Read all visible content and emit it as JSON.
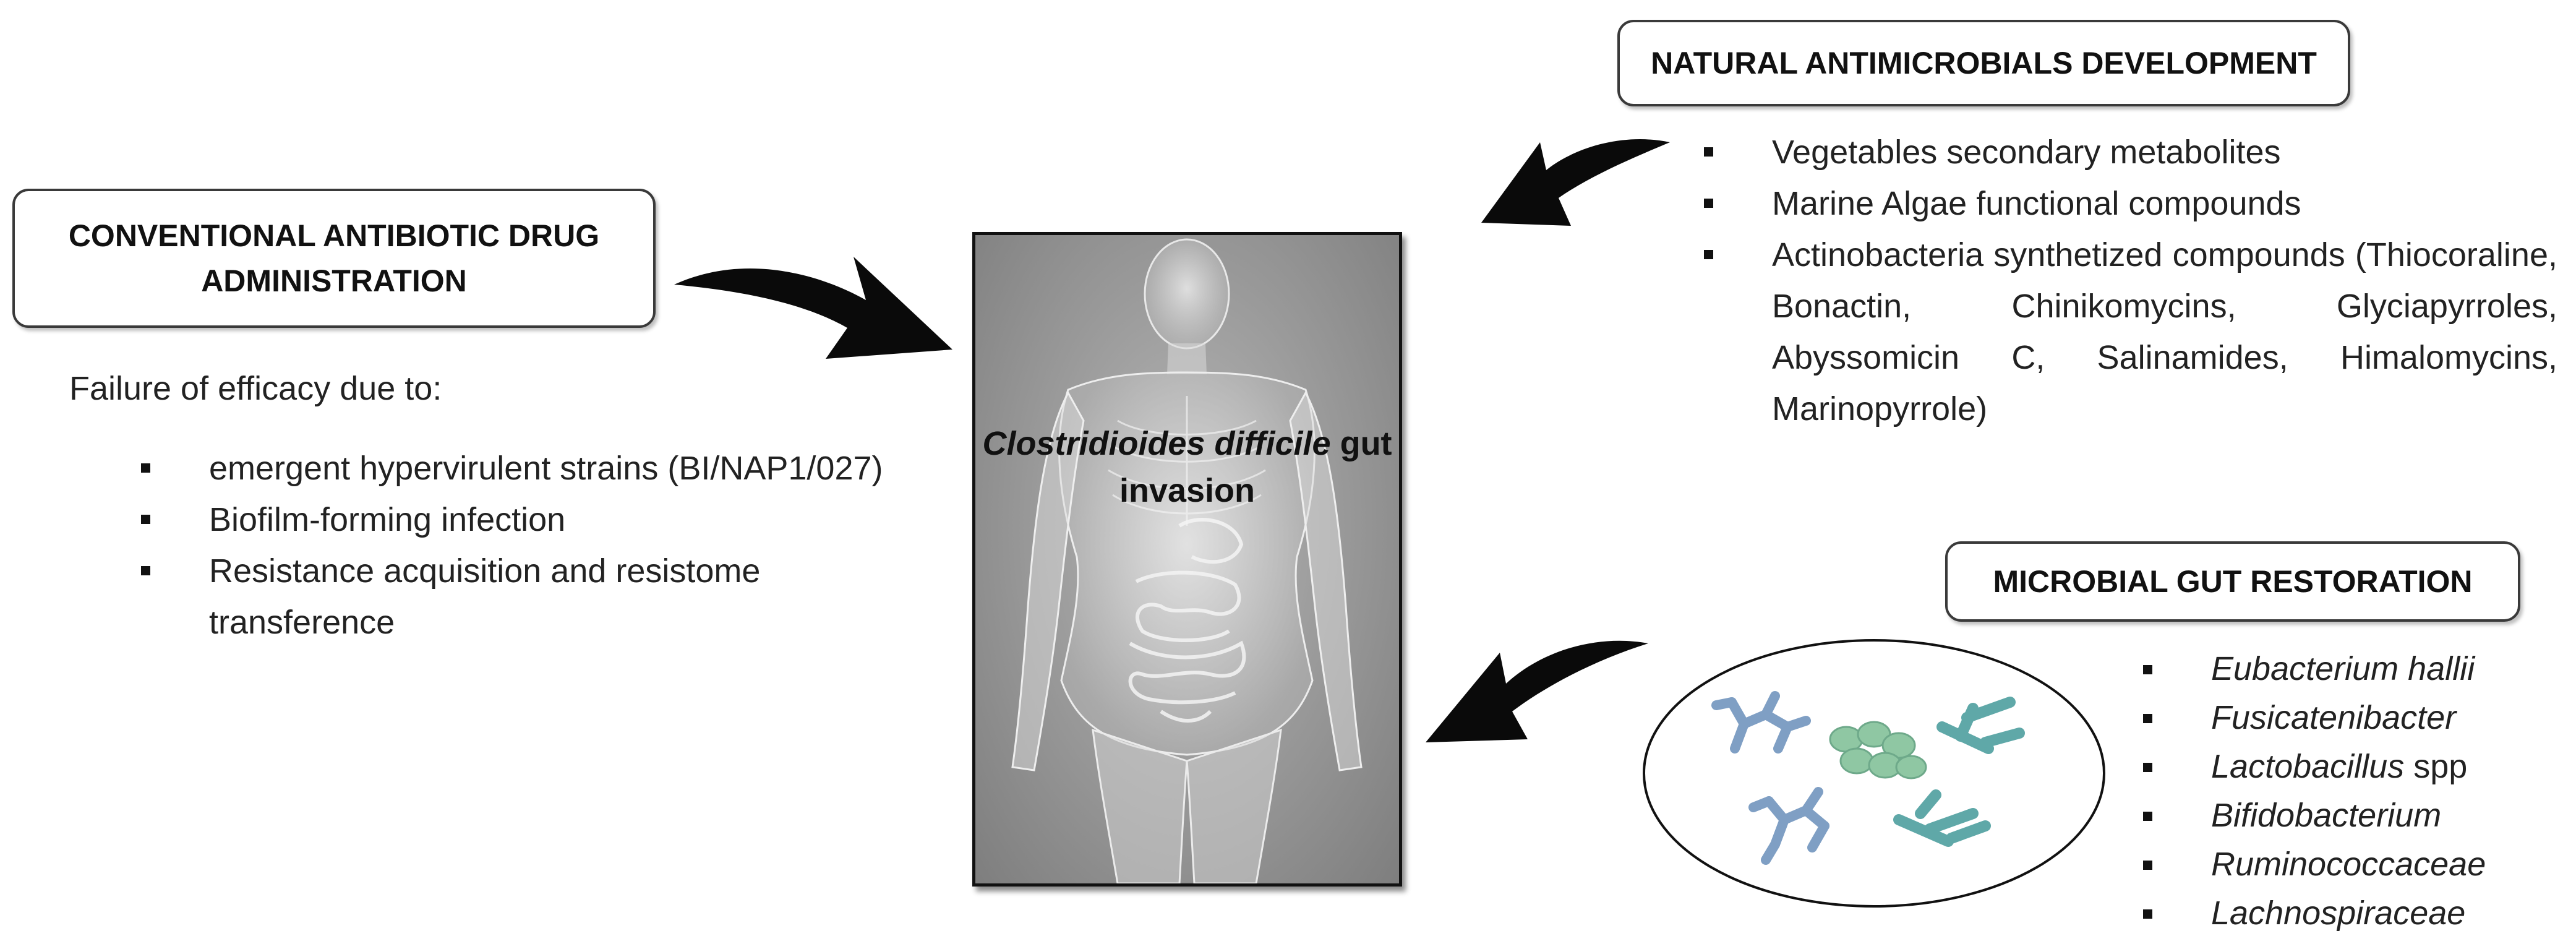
{
  "left_box": {
    "title": "CONVENTIONAL ANTIBIOTIC DRUG ADMINISTRATION"
  },
  "left_section": {
    "intro": "Failure of efficacy due to:",
    "items": [
      "emergent hypervirulent strains (BI/NAP1/027)",
      "Biofilm-forming infection",
      "Resistance acquisition and resistome transference"
    ]
  },
  "center": {
    "label_italic": "Clostridioides difficile",
    "label_rest": "gut invasion"
  },
  "top_right_box": {
    "title": "NATURAL ANTIMICROBIALS DEVELOPMENT"
  },
  "top_right_section": {
    "items": [
      "Vegetables secondary metabolites",
      "Marine Algae functional compounds",
      "Actinobacteria synthetized compounds (Thiocoraline, Bonactin, Chinikomycins, Glyciapyrroles, Abyssomicin C, Salinamides, Himalomycins, Marinopyrrole)"
    ]
  },
  "bottom_right_box": {
    "title": "MICROBIAL GUT RESTORATION"
  },
  "bottom_right_section": {
    "items": [
      {
        "italic": "Eubacterium hallii",
        "rest": ""
      },
      {
        "italic": "Fusicatenibacter",
        "rest": ""
      },
      {
        "italic": "Lactobacillus",
        "rest": " spp"
      },
      {
        "italic": "Bifidobacterium",
        "rest": ""
      },
      {
        "italic": "Ruminococcaceae",
        "rest": ""
      },
      {
        "italic": "Lachnospiraceae",
        "rest": ""
      }
    ]
  },
  "colors": {
    "arrow": "#0a0a0a",
    "box_border": "#3a3a3a",
    "panel_gray": "#9a9a9a",
    "bacteria_blue": "#7f9fc4",
    "bacteria_teal": "#5fa8a8",
    "bacteria_green": "#8fc7a3"
  }
}
